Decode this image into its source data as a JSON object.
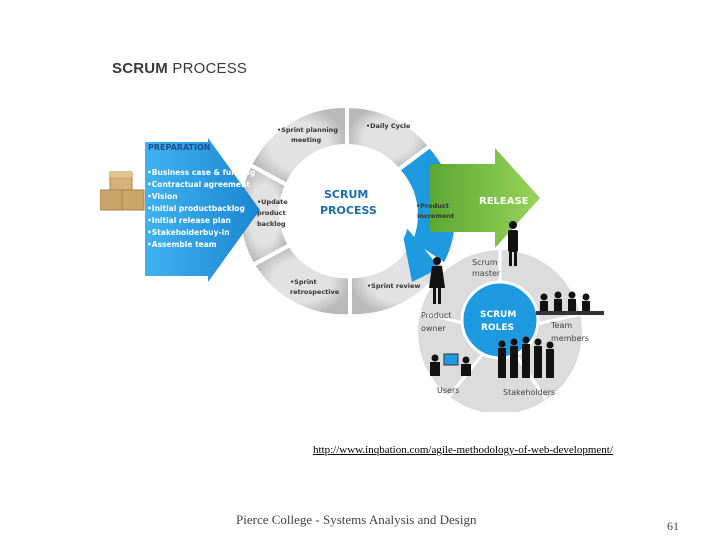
{
  "slide": {
    "title_bold": "SCRUM",
    "title_rest": " PROCESS",
    "source_url": "http://www.inqbation.com/agile-methodology-of-web-development/",
    "footer": "Pierce College - Systems Analysis and Design",
    "page_number": "61"
  },
  "preparation": {
    "heading": "PREPARATION",
    "items": [
      "•Business case & funding",
      "•Contractual agreement",
      "•Vision",
      "•Initial productbacklog",
      "•Initial release plan",
      "•Stakeholderbuy-in",
      "•Assemble team"
    ]
  },
  "cycle": {
    "center_line1": "SCRUM",
    "center_line2": "PROCESS",
    "segments": {
      "sprint_planning_1": "•Sprint planning",
      "sprint_planning_2": "meeting",
      "daily_cycle": "•Daily Cycle",
      "update_1": "•Update",
      "update_2": "product",
      "update_3": "backlog",
      "product_increment_1": "•Product",
      "product_increment_2": "increment",
      "sprint_retrospective_1": "•Sprint",
      "sprint_retrospective_2": "retrospective",
      "sprint_review": "•Sprint review"
    }
  },
  "release": {
    "label": "RELEASE"
  },
  "roles": {
    "center_line1": "SCRUM",
    "center_line2": "ROLES",
    "scrum_master_1": "Scrum",
    "scrum_master_2": "master",
    "product_owner_1": "Product",
    "product_owner_2": "owner",
    "team_members_1": "Team",
    "team_members_2": "members",
    "users": "Users",
    "stakeholders": "Stakeholders"
  },
  "colors": {
    "segment_gray": "#c9c9c9",
    "segment_stroke": "#ffffff",
    "accent_blue": "#1e9be0",
    "release_green": "#7cc242",
    "prep_blue": "#29a3e8",
    "box_tan": "#c9a46a",
    "title_text": "#3a3a3a",
    "blue_text": "#1a6fb0"
  }
}
